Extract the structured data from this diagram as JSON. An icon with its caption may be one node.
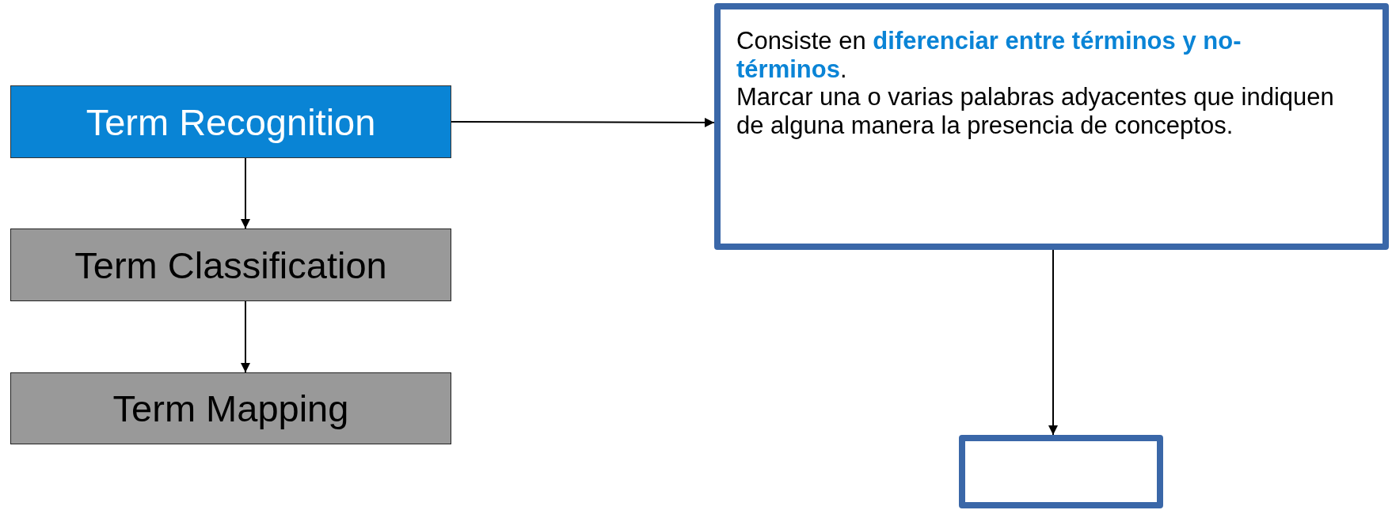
{
  "diagram": {
    "nodes": [
      {
        "text": [
          "Term Recognition"
        ]
      },
      {
        "text": [
          "Term Classification"
        ]
      },
      {
        "text": [
          "Term Mapping"
        ]
      },
      {
        "text": [
          "Consiste en **diferenciar entre términos y no-términos**.",
          "Marcar una o varias palabras adyacentes que indiquen de alguna manera la presencia de conceptos."
        ]
      },
      {
        "text": [],
        "shape": "box"
      }
    ],
    "edges": [
      {
        "from": 0,
        "to": 3,
        "arrow": "to"
      },
      {
        "from": 0,
        "to": 1,
        "arrow": "to"
      },
      {
        "from": 1,
        "to": 2,
        "arrow": "to"
      },
      {
        "from": 3,
        "to": 4,
        "arrow": "to"
      }
    ]
  }
}
